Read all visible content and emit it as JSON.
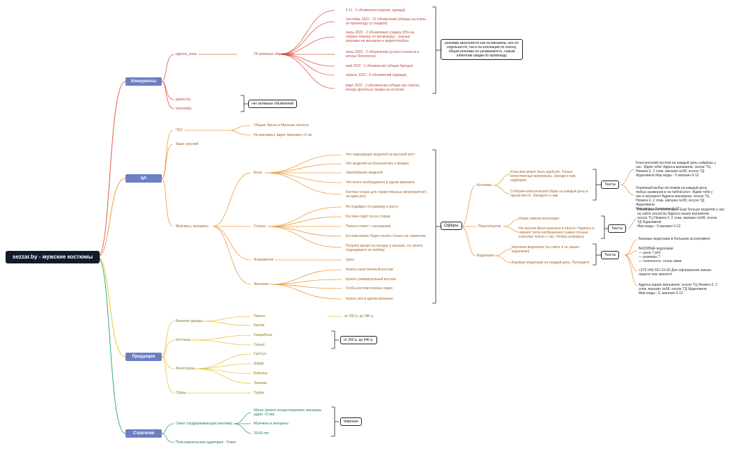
{
  "root": "sezzar.by - мужские костюмы",
  "branches": {
    "competitors": {
      "label": "Конкуренты",
      "items": [
        "pigmon_wear",
        "galano.by",
        "keymanby"
      ],
      "active_ads": "29 активных объявления",
      "timeline": [
        "4.11 - 2 объявления (куртки, одежда)",
        "сентябрь 2022 - 12 объявлений (образы на очень\nпо промокоду со скидкой)",
        "июль 2022 - 3 объявления (скидка 20% на\nпервую покупку по промокоду) - разные\nрекламы на магазины и маркетплейсы",
        "июнь 2022 - 2 объявления (услуги стилиста и\nателье бесплатно)",
        "май 2022 - 1 объявление (общая бренда)",
        "апрель 2022 - 6 объявлений (одежда)",
        "март 2022 - 2 объявления (общая про пиксон,\nвсегда крутиться скидка на остатки)"
      ],
      "ads_note": "реклама запускается как на магазины, все по\nотдельности, так и на коллекции по сезону,\nобщая реклама не узнаваемость, новым\nклиентам скидки по промокоду",
      "no_ads": "нет активных объявлений"
    },
    "audience": {
      "label": "ЦА",
      "geo": "ГЕО",
      "geo_items": [
        "Общая: Минск и Минская область",
        "На магазины: адрес магазина +5 км"
      ],
      "language": "Язык: русский",
      "gender": "Мужчины, женщины",
      "pains_label": "Боли",
      "pains": [
        "Нет подходящих моделей на высокий рост",
        "Нет моделей на большой вес и формы",
        "Однообразие моделей",
        "Нет всего необходимого в одном магазине",
        "Костюм только для торжественных мероприятий (\nна один раз)"
      ],
      "fears_label": "Страхи",
      "fears": [
        "Не подойдет по размеру и росту",
        "Костюм сядет после стирки",
        "Пальто станет с катышками",
        "Костюм можно будет носить только на торжества",
        "Потрачу время на поездку в магазин, но ничего\nподходящего не выберу"
      ],
      "objections_label": "Возражения",
      "objections_item": "Цена",
      "desires_label": "Желания",
      "desires": [
        "Купить качественный костюм",
        "Купить универсальный костюм",
        "Чтобы костюм хорошо сидел",
        "Купить всё в одном магазине"
      ]
    },
    "offers": {
      "label": "Оферы",
      "groups": [
        {
          "label": "Костюмы",
          "items": [
            "Классика может быть удобной. Только\nкачественные материалы. Заходи к нам,\nподберем",
            "Соберем классический образ на каждый день в\nодном месте. Заходите к нам"
          ],
          "texts_label": "Тексты",
          "texts": [
            "Классический костюм на каждый день найдёшь у\nнас. Ждём тебя! Адреса магазинов: sezzar ТЦ\nНемига-3, 2 этаж, магазин №58, sezzar ТД\nЖдановичи Мир моды - 5 магазин II-12",
            "Огромный выбор костюмов на каждый день\nлюбых размеров и на любой рост. Ждём тебя у\nнас в магазине! Адреса магазинов: sezzar ТЦ\nНемига-3, 2 этаж, магазин №58, sezzar ТД\nЖдановичи\nМир моды - 5 магазин II-12"
          ]
        },
        {
          "label": "Пальто/куртки",
          "items": [
            "Новая зимняя коллекция",
            "На черном фоне мужчина в пальто. Надпись в\nнижней трети изображения (самая лучшая\nклассика только у нас. Любые размеры)"
          ],
          "texts_label": "Тексты",
          "texts": [
            "Новая зимняя коллекция. Ещё больше моделей у нас\nна сайте sezzar.by Адреса наших магазинов:\nsezzar ТЦ Немига-3, 2 этаж, магазин №58, sezzar\nТД Ждановичи\nМир моды - 5 магазин II-12"
          ]
        },
        {
          "label": "Водолазки",
          "items": [
            "Картинка водолазок (на сайте 4 не нашел\nводолазки)",
            "Базовые водолазки на каждый день. Проходите"
          ],
          "texts_label": "Тексты",
          "texts": [
            "Базовые водолазки в большом ассортимент",
            "БАЗОВЫЕ водолазки\n— цена 7 руб.\n— размеры ?\n— сезонность: осень-зима",
            "+375 (44) 561-61-60 Для оформления заказа\nпишите или звоните!",
            "Адреса наших магазинов: sezzar ТЦ Немига-3, 2\nэтаж, магазин №58, sezzar ТД Ждановичи\nМир моды - 5, магазин II-12"
          ]
        }
      ]
    },
    "products": {
      "label": "Продукция",
      "outerwear": "Верхняя одежда",
      "outerwear_items": [
        "Пальто",
        "Куртки"
      ],
      "outerwear_price": "от 330 р. до 580 р.",
      "suits": "Костюмы",
      "suits_items": [
        "Свадебные",
        "Casual"
      ],
      "suits_price": "от 260 р. до 640 р.",
      "accessories": "Аксессуары",
      "accessories_items": [
        "Галстук",
        "Шарф",
        "Бабочка",
        "Запонки"
      ],
      "shoes": "Обувь",
      "shoes_item": "Туфли"
    },
    "strategy": {
      "label": "Стратегия",
      "reach": "Охват (поддерживающая реклама)",
      "reach_items": [
        "Минск (можно концентрировать магазины\nадрес +5 км)",
        "Мужчины и женщины",
        "20-60 лет"
      ],
      "broad": "Широкая",
      "custom": "Пользовательская аудитория - Охват"
    }
  },
  "colors": {
    "competitors": "#e05a4a",
    "audience": "#ef9a3c",
    "products": "#e9c53a",
    "strategy": "#2eaa7a",
    "main_node": "#6c7fc4",
    "root": "#131a2c"
  }
}
